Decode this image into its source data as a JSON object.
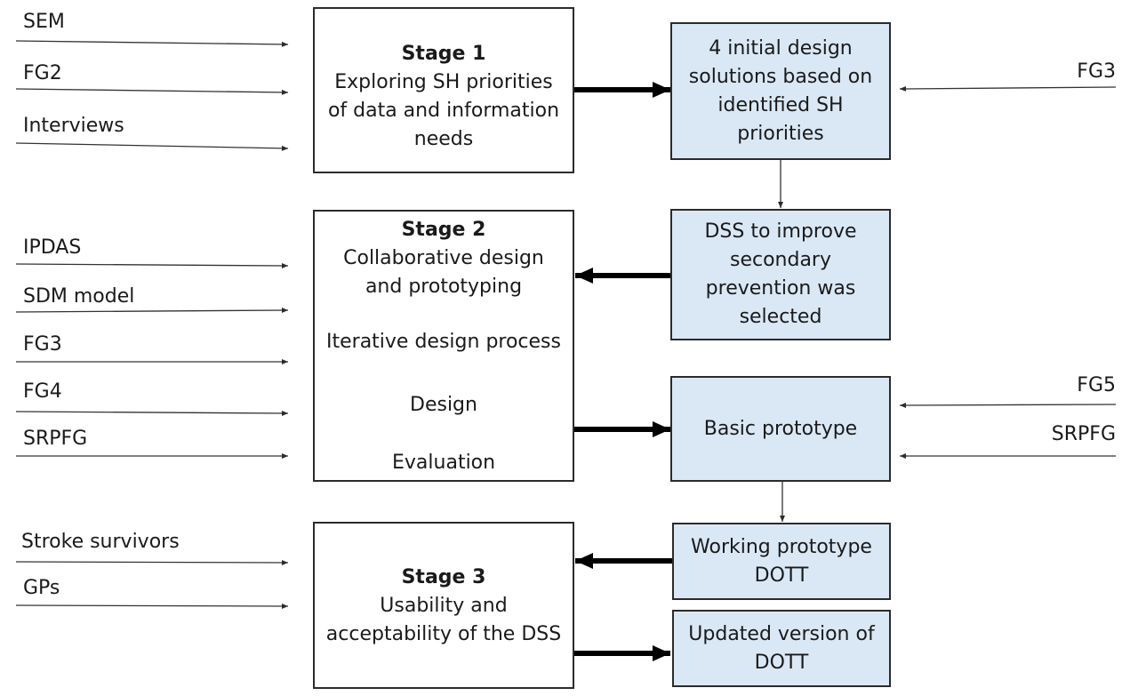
{
  "stage1": {
    "title": "Stage 1",
    "lines": [
      "Exploring SH priorities",
      "of data and information",
      "needs"
    ]
  },
  "stage2": {
    "title": "Stage 2",
    "lines": [
      "Collaborative design",
      "and prototyping"
    ],
    "process": "Iterative design process",
    "cycle_top": "Design",
    "cycle_bottom": "Evaluation"
  },
  "stage3": {
    "title": "Stage 3",
    "lines": [
      "Usability and",
      "acceptability of the DSS"
    ]
  },
  "outputs": {
    "initial_solutions": [
      "4 initial design",
      "solutions based on",
      "identified SH",
      "priorities"
    ],
    "dss_selected": [
      "DSS to improve",
      "secondary",
      "prevention was",
      "selected"
    ],
    "basic_prototype": [
      "Basic prototype"
    ],
    "working_prototype": [
      "Working prototype",
      "DOTT"
    ],
    "updated_version": [
      "Updated version of",
      "DOTT"
    ]
  },
  "inputs_left": {
    "stage1": [
      "SEM",
      "FG2",
      "Interviews"
    ],
    "stage2": [
      "IPDAS",
      "SDM model",
      "FG3",
      "FG4",
      "SRPFG"
    ],
    "stage3": [
      "Stroke survivors",
      "GPs"
    ]
  },
  "inputs_right": {
    "initial_solutions": [
      "FG3"
    ],
    "basic_prototype": [
      "FG5",
      "SRPFG"
    ]
  },
  "colors": {
    "box_fill": "#dae8f6",
    "border": "#2b2b2b",
    "cycle_arrow": "#1c3d6b"
  }
}
